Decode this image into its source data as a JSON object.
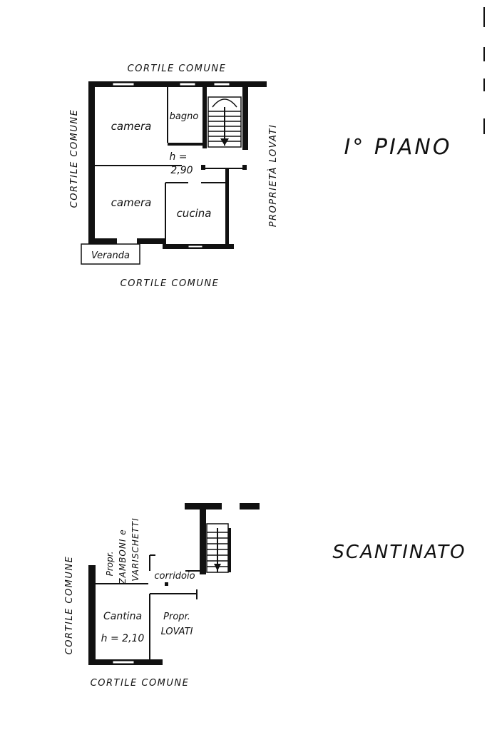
{
  "first_floor": {
    "title": "I° PIANO",
    "surround_top": "CORTILE COMUNE",
    "surround_left": "CORTILE COMUNE",
    "surround_bottom": "CORTILE COMUNE",
    "neighbor_right": "PROPRIETÀ LOVATI",
    "rooms": {
      "camera_1": "camera",
      "bagno": "bagno",
      "camera_2": "camera",
      "cucina": "cucina",
      "veranda": "Veranda"
    },
    "height_line1": "h =",
    "height_line2": "2,90"
  },
  "basement": {
    "title": "SCANTINATO",
    "surround_left": "CORTILE COMUNE",
    "surround_bottom": "CORTILE COMUNE",
    "neighbor_top_line1": "Propr.",
    "neighbor_top_line2": "ZAMBONI e",
    "neighbor_top_line3": "VARISCHETTI",
    "corridor": "corridoio",
    "cellar": "Cantina",
    "height": "h = 2,10",
    "neighbor_right_line1": "Propr.",
    "neighbor_right_line2": "LOVATI"
  }
}
